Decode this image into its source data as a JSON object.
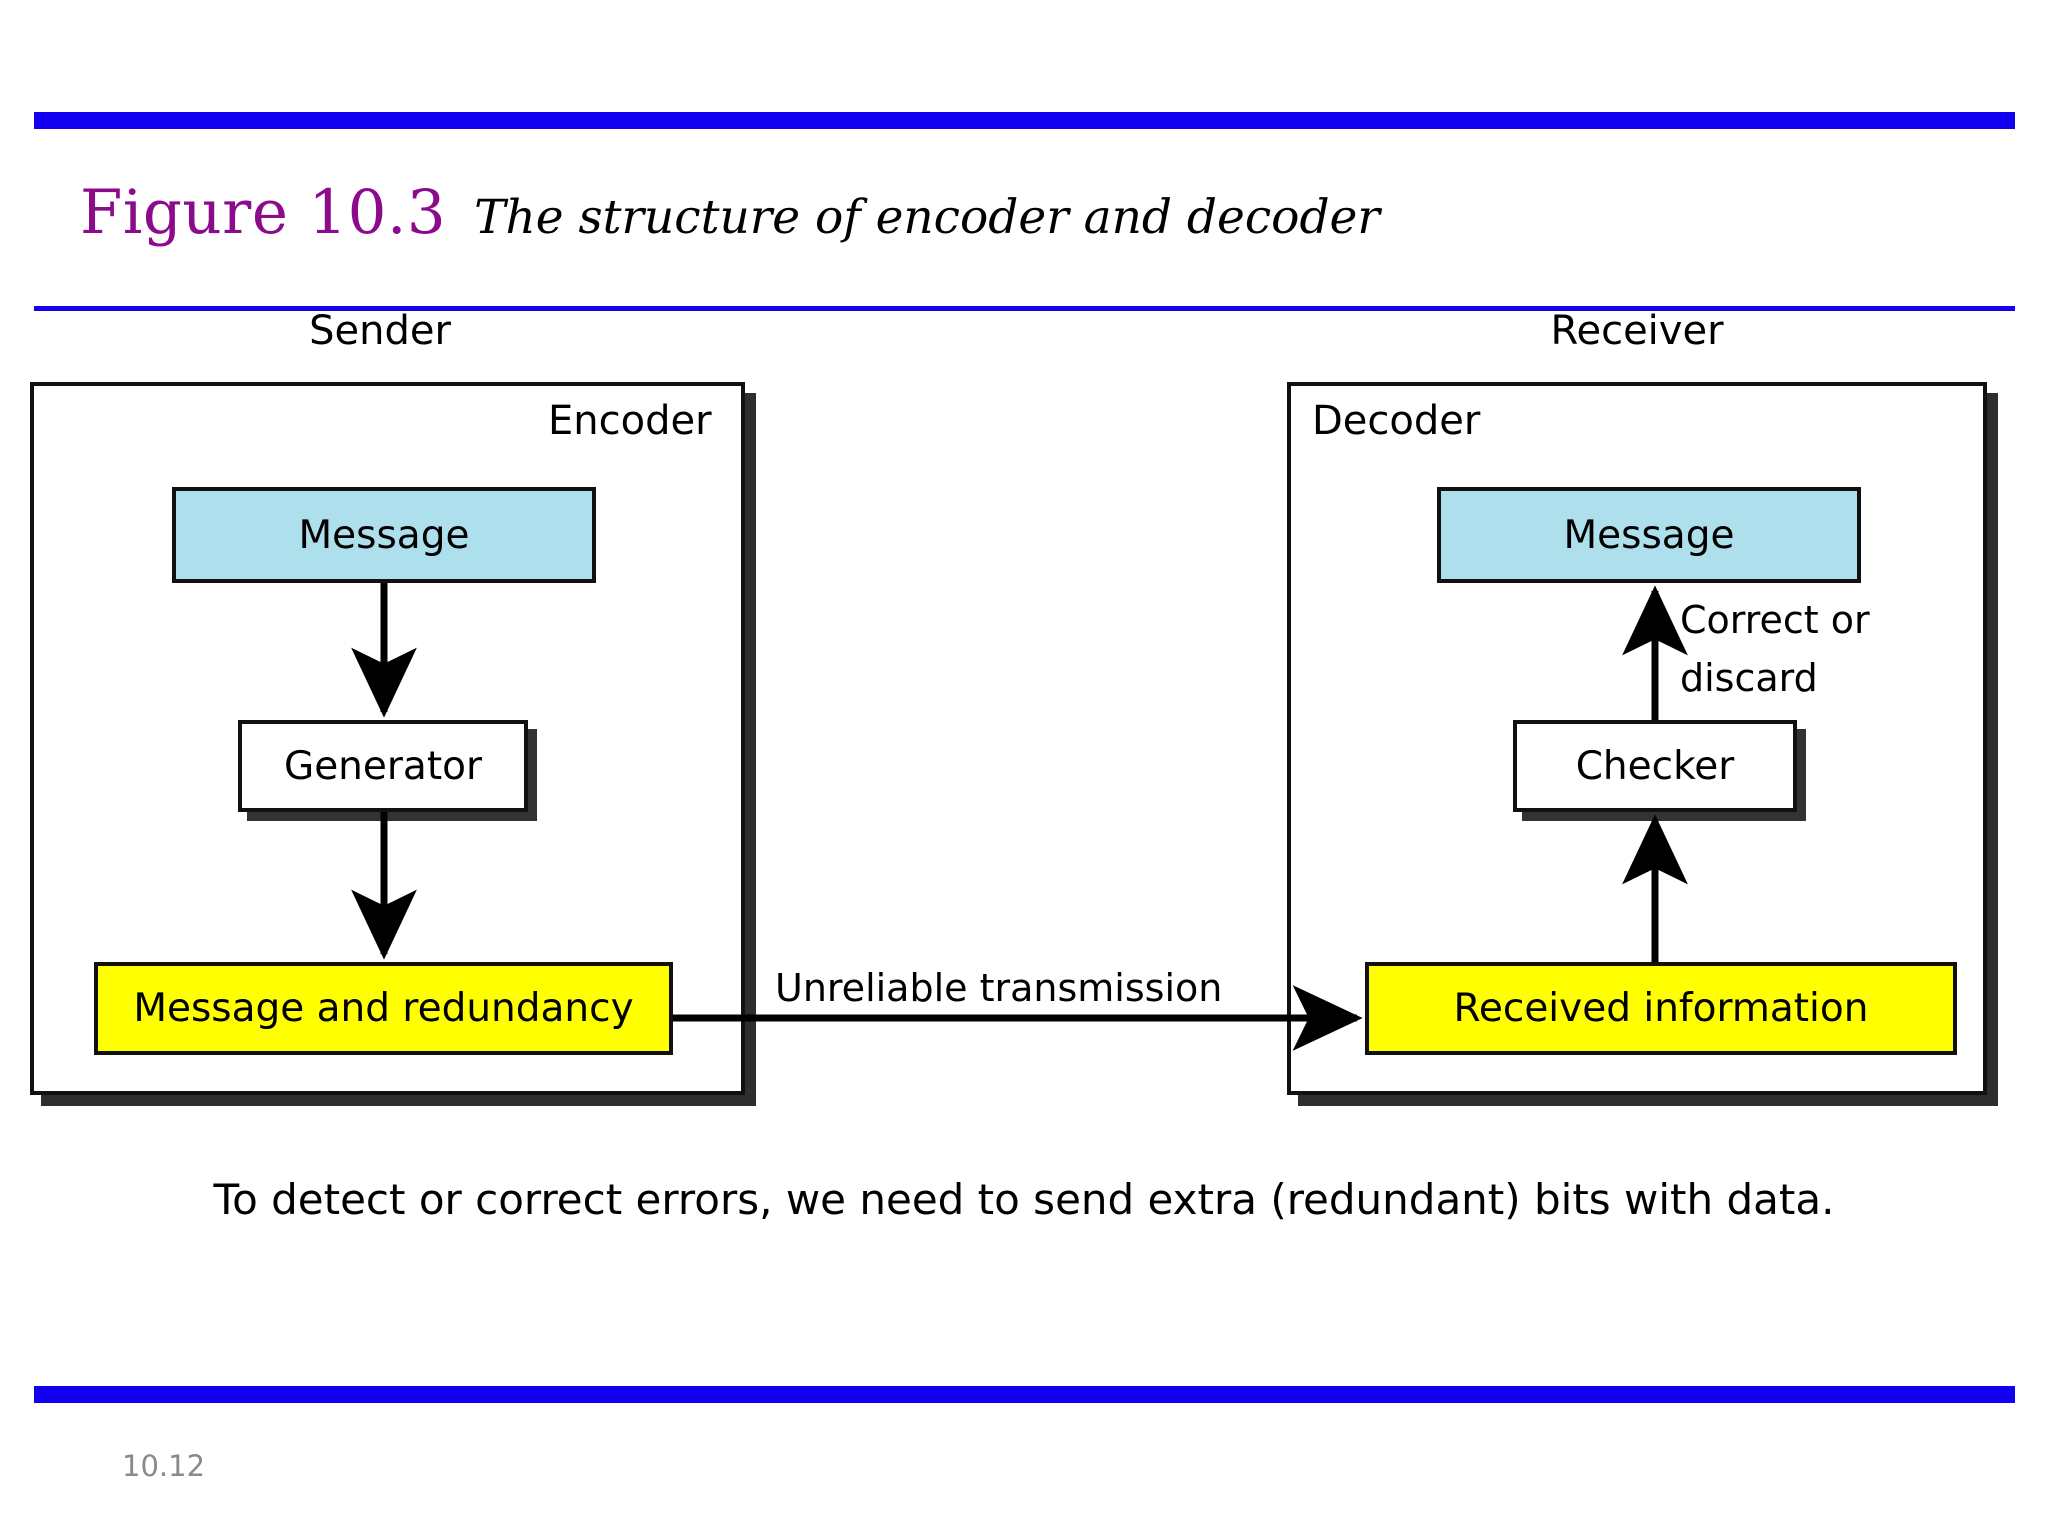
{
  "slide": {
    "figure_label": "Figure 10.3",
    "figure_title": "The structure of encoder and decoder",
    "page_number": "10.12",
    "caption": "To detect or correct errors, we need to send extra (redundant) bits with data.",
    "accent_rule_color": "#1400f0",
    "figure_label_color": "#8c0a8c",
    "page_number_color": "#8a8a8a"
  },
  "diagram": {
    "type": "block-diagram",
    "sender": {
      "party_label": "Sender",
      "role_label": "Encoder",
      "nodes": [
        {
          "id": "sender-message",
          "label": "Message",
          "fill": "#ade0ec"
        },
        {
          "id": "generator",
          "label": "Generator",
          "fill": "#ffffff"
        },
        {
          "id": "message-redundancy",
          "label": "Message and redundancy",
          "fill": "#ffff00"
        }
      ]
    },
    "receiver": {
      "party_label": "Receiver",
      "role_label": "Decoder",
      "nodes": [
        {
          "id": "receiver-message",
          "label": "Message",
          "fill": "#ade0ec"
        },
        {
          "id": "checker",
          "label": "Checker",
          "fill": "#ffffff"
        },
        {
          "id": "received-information",
          "label": "Received information",
          "fill": "#ffff00"
        }
      ]
    },
    "edges": [
      {
        "id": "edge-message-to-generator",
        "from": "sender-message",
        "to": "generator",
        "label": ""
      },
      {
        "id": "edge-generator-to-redundancy",
        "from": "generator",
        "to": "message-redundancy",
        "label": ""
      },
      {
        "id": "edge-transmission",
        "from": "message-redundancy",
        "to": "received-information",
        "label": "Unreliable transmission"
      },
      {
        "id": "edge-received-to-checker",
        "from": "received-information",
        "to": "checker",
        "label": ""
      },
      {
        "id": "edge-checker-to-message",
        "from": "checker",
        "to": "receiver-message",
        "label_line1": "Correct or",
        "label_line2": "discard"
      }
    ],
    "annotations": {
      "transmission": "Unreliable transmission",
      "correct_line1": "Correct or",
      "correct_line2": "discard"
    }
  }
}
